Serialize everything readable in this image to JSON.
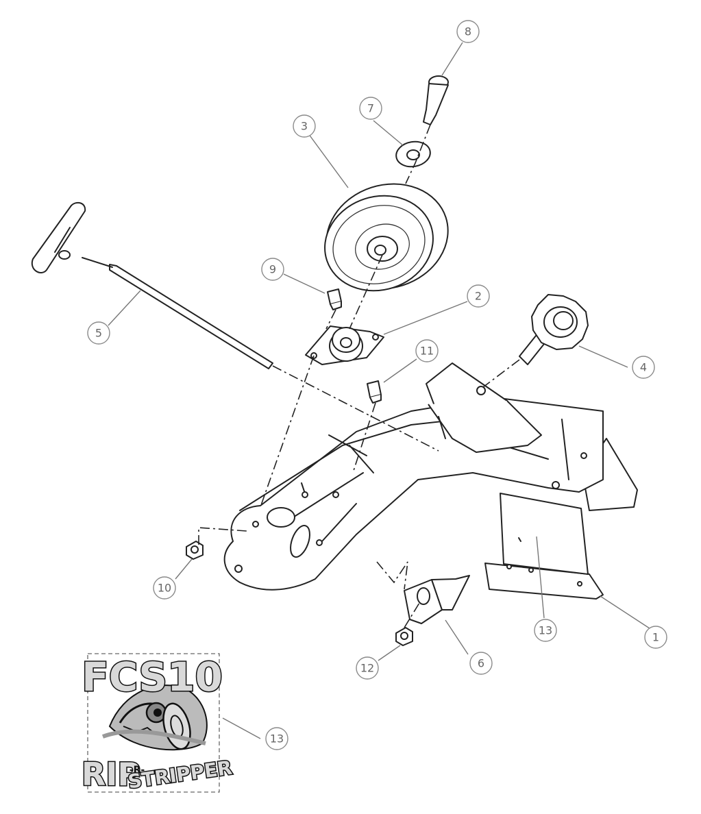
{
  "callouts": [
    {
      "id": "1",
      "label": "1"
    },
    {
      "id": "2",
      "label": "2"
    },
    {
      "id": "3",
      "label": "3"
    },
    {
      "id": "4",
      "label": "4"
    },
    {
      "id": "5",
      "label": "5"
    },
    {
      "id": "6",
      "label": "6"
    },
    {
      "id": "7",
      "label": "7"
    },
    {
      "id": "8",
      "label": "8"
    },
    {
      "id": "9",
      "label": "9"
    },
    {
      "id": "10",
      "label": "10"
    },
    {
      "id": "11",
      "label": "11"
    },
    {
      "id": "12",
      "label": "12"
    },
    {
      "id": "13a",
      "label": "13"
    },
    {
      "id": "13b",
      "label": "13"
    }
  ],
  "decal": {
    "model": "FCS10",
    "line1": "RIP",
    "line2": "-R-",
    "line3": "STRIPPER"
  }
}
